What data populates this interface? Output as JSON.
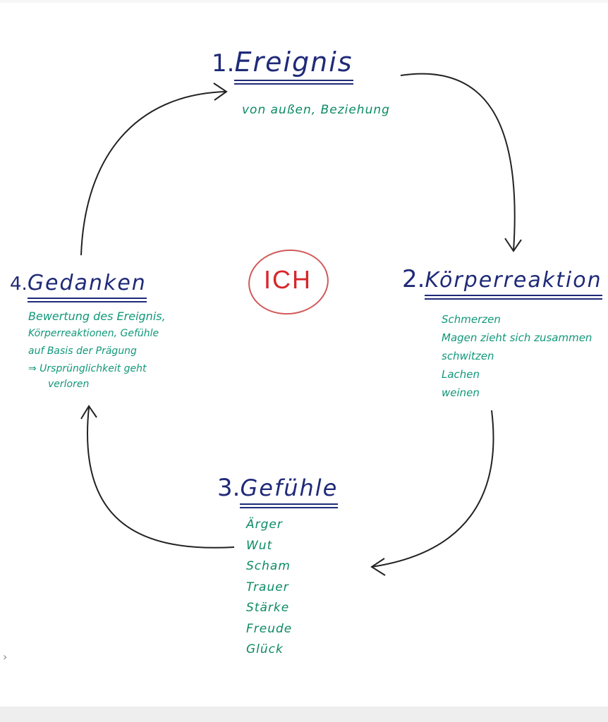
{
  "center": {
    "label": "ICH"
  },
  "stages": [
    {
      "number": "1.",
      "title": "Ereignis",
      "lines": [
        "von außen, Beziehung"
      ]
    },
    {
      "number": "2.",
      "title": "Körperreaktion",
      "lines": [
        "Schmerzen",
        "Magen zieht sich zusammen",
        "schwitzen",
        "Lachen",
        "weinen"
      ]
    },
    {
      "number": "3.",
      "title": "Gefühle",
      "lines": [
        "Ärger",
        "Wut",
        "Scham",
        "Trauer",
        "Stärke",
        "Freude",
        "Glück"
      ]
    },
    {
      "number": "4.",
      "title": "Gedanken",
      "lines": [
        "Bewertung des Ereignis,",
        "Körperreaktionen, Gefühle",
        "auf Basis der Prägung",
        "⇒ Ursprünglichkeit geht",
        "verloren"
      ]
    }
  ],
  "colors": {
    "heading": "#1f2a78",
    "notes": "#0a8a63",
    "center": "#d8262a",
    "arrows": "#222222"
  },
  "edge_glyph": "›"
}
